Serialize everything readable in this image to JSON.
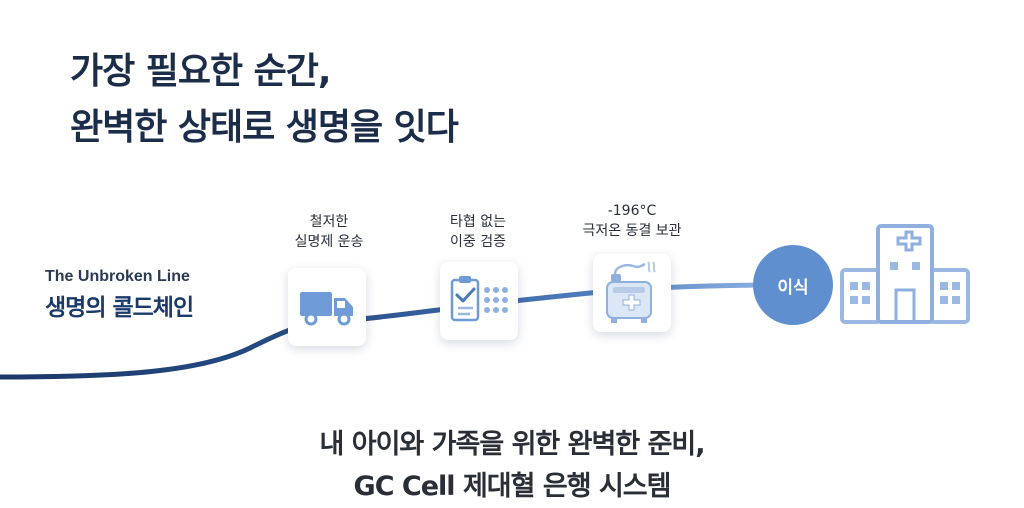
{
  "headline": {
    "line1": "가장 필요한 순간,",
    "line2": "완벽한 상태로 생명을 잇다"
  },
  "chain": {
    "title_en": "The Unbroken Line",
    "title_ko": "생명의 콜드체인"
  },
  "steps": [
    {
      "line1": "철저한",
      "line2": "실명제 운송",
      "icon": "delivery-truck-icon"
    },
    {
      "line1": "타협 없는",
      "line2": "이중 검증",
      "icon": "checklist-clipboard-icon"
    },
    {
      "line1": "-196°C",
      "line2": "극저온 동결 보관",
      "icon": "cryogenic-tank-icon"
    }
  ],
  "destination": {
    "label": "이식",
    "icon": "hospital-icon"
  },
  "footer": {
    "line1": "내 아이와 가족을 위한 완벽한 준비,",
    "line2": "GC Cell 제대혈 은행 시스템"
  },
  "colors": {
    "line_dark": "#1f3f6e",
    "line_light": "#7fa6d8",
    "icon_blue": "#6f9bd6",
    "circle": "#5f8fcf",
    "headline": "#1c2d4a"
  }
}
